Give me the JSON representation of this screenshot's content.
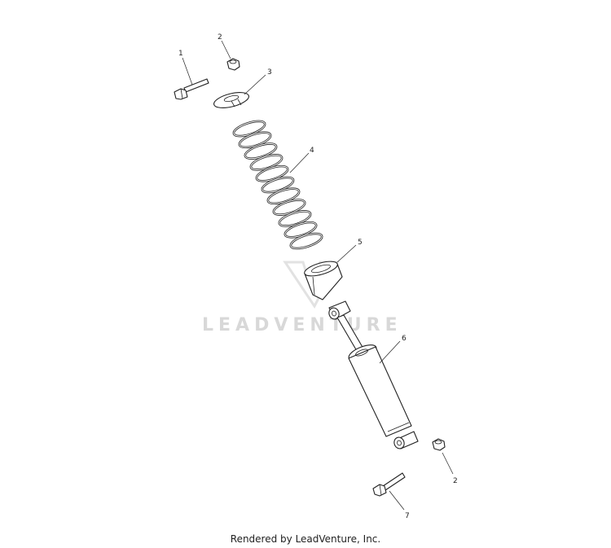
{
  "diagram": {
    "callouts": [
      {
        "id": "c1",
        "label": "1"
      },
      {
        "id": "c2a",
        "label": "2"
      },
      {
        "id": "c3",
        "label": "3"
      },
      {
        "id": "c4",
        "label": "4"
      },
      {
        "id": "c5",
        "label": "5"
      },
      {
        "id": "c6",
        "label": "6"
      },
      {
        "id": "c2b",
        "label": "2"
      },
      {
        "id": "c7",
        "label": "7"
      }
    ],
    "watermark": "LEADVENTURE"
  },
  "footer": {
    "text": "Rendered by LeadVenture, Inc."
  }
}
